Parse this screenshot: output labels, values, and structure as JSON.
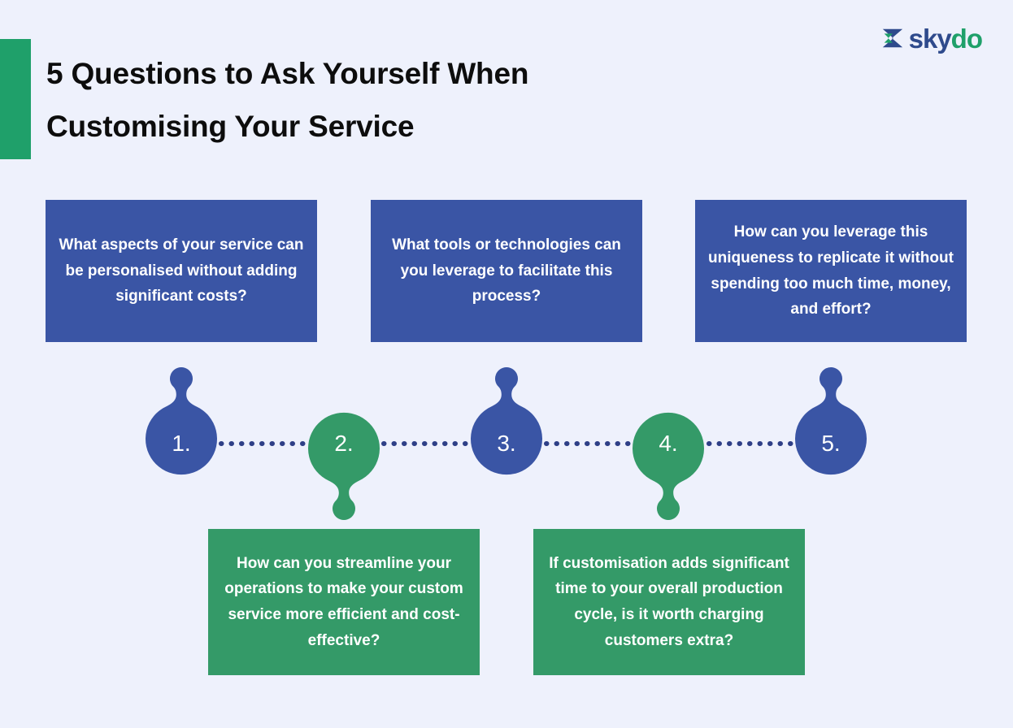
{
  "header": {
    "title": "5 Questions to Ask Yourself When Customising Your Service",
    "title_line_1": "5 Questions to Ask Yourself When",
    "title_line_2": "Customising Your Service"
  },
  "logo": {
    "mark_name": "skydo-chevron-mark",
    "text_primary": "sky",
    "text_secondary": "do",
    "color_primary": "#2e4a8c",
    "color_secondary": "#1fa06a"
  },
  "colors": {
    "background": "#eef1fc",
    "accent_green": "#1fa06a",
    "box_blue": "#3a55a5",
    "box_green": "#349a68",
    "node_blue": "#3a55a5",
    "node_green": "#349a68",
    "connector_dot": "#2e3f87",
    "text_on_box": "#ffffff",
    "title_text": "#0d0d0d"
  },
  "steps": [
    {
      "number": "1.",
      "color": "#3a55a5",
      "direction": "up",
      "box_position": "above",
      "question": "What aspects of your service can be personalised without adding significant costs?"
    },
    {
      "number": "2.",
      "color": "#349a68",
      "direction": "down",
      "box_position": "below",
      "question": "How can you streamline your operations to make your custom service more efficient and cost-effective?"
    },
    {
      "number": "3.",
      "color": "#3a55a5",
      "direction": "up",
      "box_position": "above",
      "question": "What tools or technologies can you leverage to facilitate this process?"
    },
    {
      "number": "4.",
      "color": "#349a68",
      "direction": "down",
      "box_position": "below",
      "question": "If customisation adds significant time to your overall production cycle, is it worth charging customers extra?"
    },
    {
      "number": "5.",
      "color": "#3a55a5",
      "direction": "up",
      "box_position": "above",
      "question": "How can you leverage this uniqueness to replicate it without spending too much time, money, and effort?"
    }
  ]
}
